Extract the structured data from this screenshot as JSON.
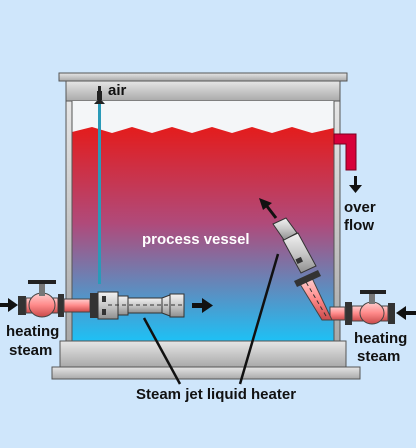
{
  "labels": {
    "air": "air",
    "overflow_line1": "over",
    "overflow_line2": "flow",
    "vessel": "process vessel",
    "heating_left_line1": "heating",
    "heating_left_line2": "steam",
    "heating_right_line1": "heating",
    "heating_right_line2": "steam",
    "caption": "Steam jet liquid heater"
  },
  "colors": {
    "background": "#cfe6fb",
    "liquid_top": "#e41c1c",
    "liquid_bottom": "#1ec0f5",
    "overflow_pipe": "#d7003a",
    "vessel_frame": "#c8c8c8",
    "outline": "#222222"
  }
}
